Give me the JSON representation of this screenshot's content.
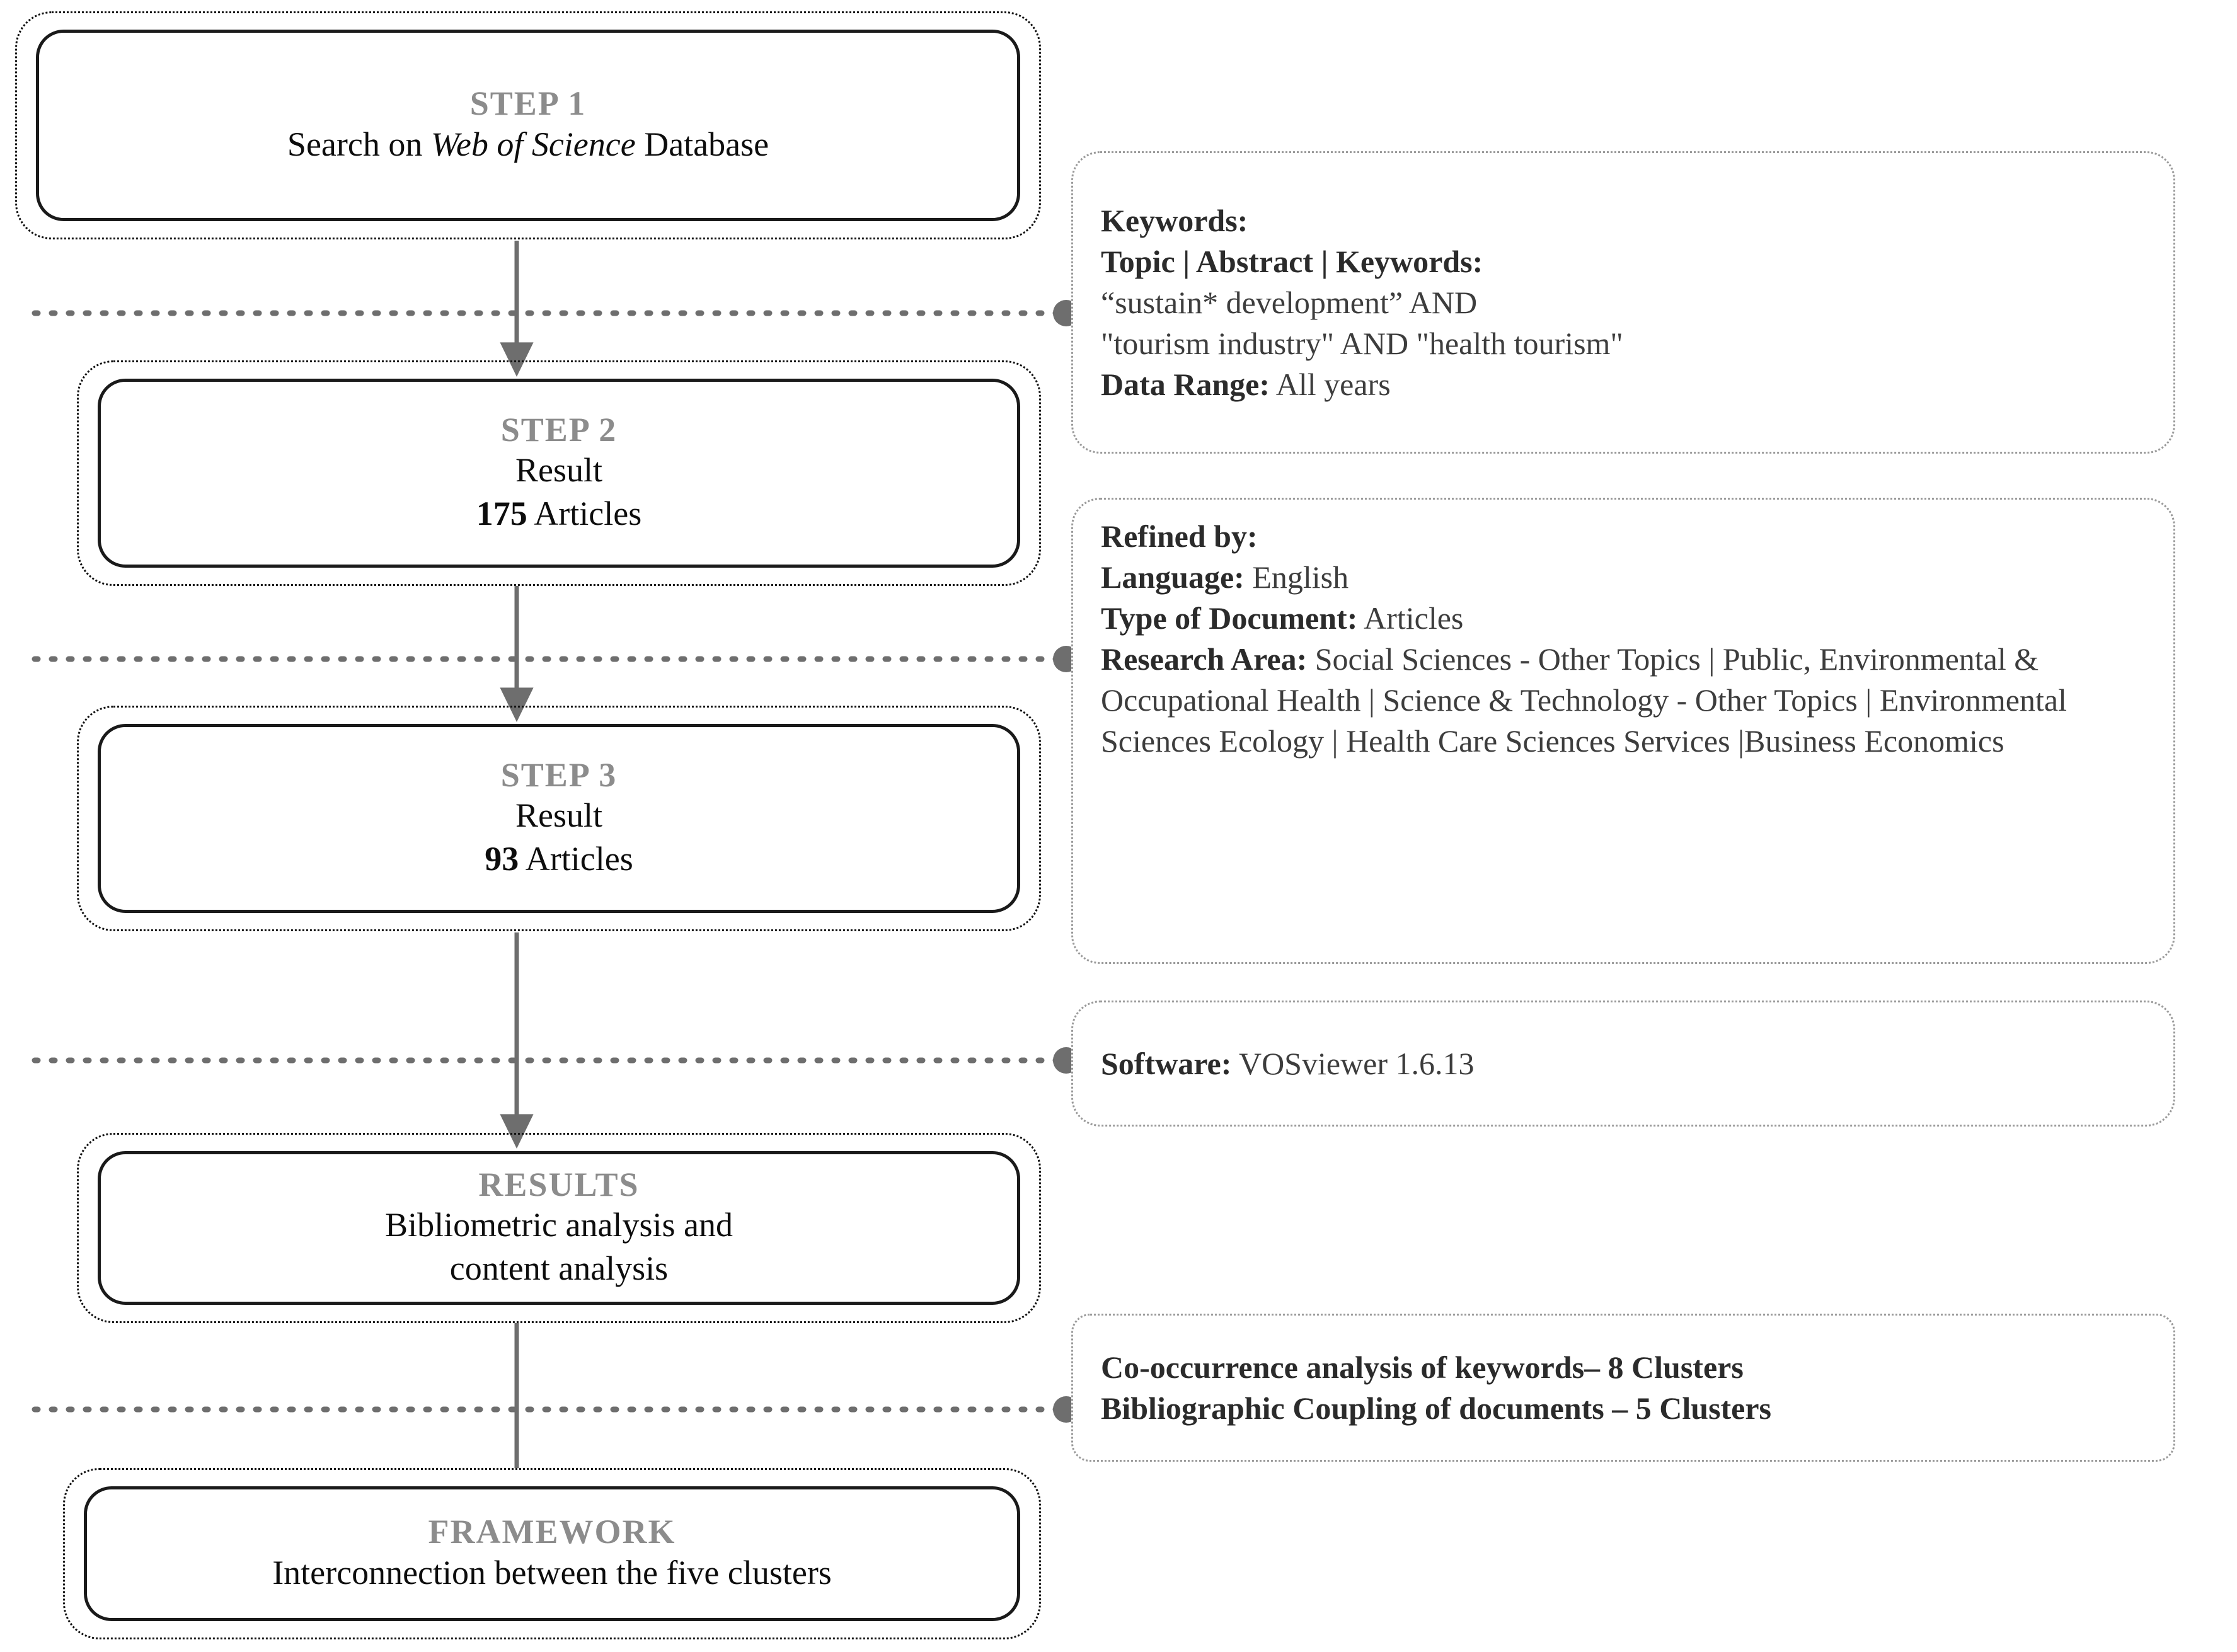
{
  "diagram": {
    "title": "Research methodology flowchart",
    "accent_gray": "#8c8c8c",
    "connector_gray": "#6e6e6e",
    "note_border_gray": "#9a9a9a"
  },
  "flow": {
    "nodes": [
      {
        "id": "step-1",
        "title": "STEP 1",
        "lines": [
          {
            "segments": [
              {
                "text": "Search on ",
                "style": "normal"
              },
              {
                "text": "Web of Science",
                "style": "italic"
              },
              {
                "text": " Database",
                "style": "normal"
              }
            ]
          }
        ]
      },
      {
        "id": "step-2",
        "title": "STEP 2",
        "lines": [
          {
            "segments": [
              {
                "text": "Result",
                "style": "normal"
              }
            ]
          },
          {
            "segments": [
              {
                "text": "175",
                "style": "bold"
              },
              {
                "text": " Articles",
                "style": "normal"
              }
            ]
          }
        ]
      },
      {
        "id": "step-3",
        "title": "STEP 3",
        "lines": [
          {
            "segments": [
              {
                "text": "Result",
                "style": "normal"
              }
            ]
          },
          {
            "segments": [
              {
                "text": "93",
                "style": "bold"
              },
              {
                "text": " Articles",
                "style": "normal"
              }
            ]
          }
        ]
      },
      {
        "id": "results",
        "title": "RESULTS",
        "lines": [
          {
            "segments": [
              {
                "text": "Bibliometric analysis and",
                "style": "normal"
              }
            ]
          },
          {
            "segments": [
              {
                "text": "content analysis",
                "style": "normal"
              }
            ]
          }
        ]
      },
      {
        "id": "framework",
        "title": "FRAMEWORK",
        "lines": [
          {
            "segments": [
              {
                "text": "Interconnection between the five clusters",
                "style": "normal"
              }
            ]
          }
        ]
      }
    ]
  },
  "notes": [
    {
      "id": "note-keywords",
      "lines": [
        {
          "segments": [
            {
              "text": "Keywords:",
              "style": "bold"
            }
          ]
        },
        {
          "segments": [
            {
              "text": "Topic | Abstract | Keywords:",
              "style": "bold"
            }
          ]
        },
        {
          "segments": [
            {
              "text": "“sustain* development” AND",
              "style": "normal"
            }
          ]
        },
        {
          "segments": [
            {
              "text": "\"tourism industry\" AND \"health tourism\"",
              "style": "normal"
            }
          ]
        },
        {
          "segments": [
            {
              "text": "Data Range:",
              "style": "bold"
            },
            {
              "text": " All years",
              "style": "normal"
            }
          ]
        }
      ]
    },
    {
      "id": "note-refined",
      "lines": [
        {
          "segments": [
            {
              "text": "Refined by:",
              "style": "bold"
            }
          ]
        },
        {
          "segments": [
            {
              "text": "Language:",
              "style": "bold"
            },
            {
              "text": " English",
              "style": "normal"
            }
          ]
        },
        {
          "segments": [
            {
              "text": "Type of Document:",
              "style": "bold"
            },
            {
              "text": " Articles",
              "style": "normal"
            }
          ]
        },
        {
          "wrap": true,
          "segments": [
            {
              "text": "Research Area:",
              "style": "bold"
            },
            {
              "text": " Social Sciences - Other Topics | Public, Environmental & Occupational Health | Science & Technology - Other Topics | Environmental Sciences Ecology | Health Care Sciences Services |Business Economics",
              "style": "normal"
            }
          ]
        }
      ]
    },
    {
      "id": "note-software",
      "lines": [
        {
          "segments": [
            {
              "text": "Software:",
              "style": "bold"
            },
            {
              "text": " VOSviewer 1.6.13",
              "style": "normal"
            }
          ]
        }
      ]
    },
    {
      "id": "note-clusters",
      "lines": [
        {
          "segments": [
            {
              "text": "Co-occurrence analysis of keywords– 8 Clusters",
              "style": "bold"
            }
          ]
        },
        {
          "segments": [
            {
              "text": "Bibliographic Coupling of documents – 5 Clusters",
              "style": "bold"
            }
          ]
        }
      ]
    }
  ]
}
